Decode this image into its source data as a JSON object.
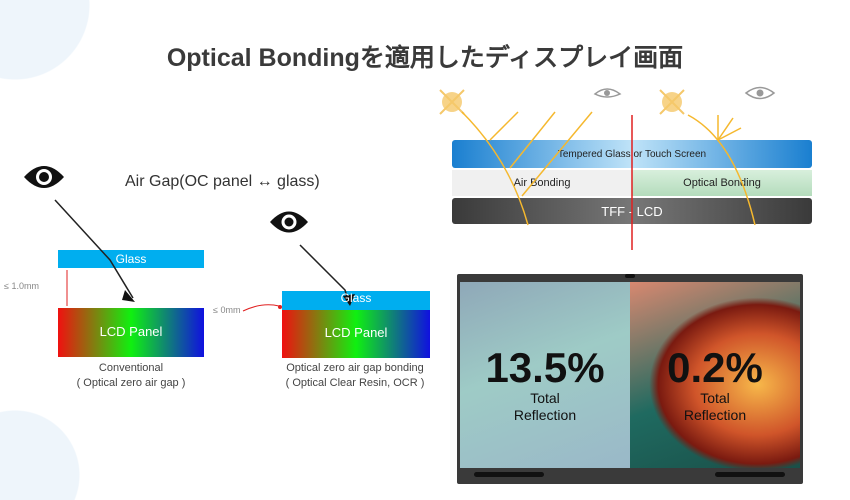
{
  "title": "Optical Bondingを適用したディスプレイ画面",
  "left_diagram": {
    "heading": "Air Gap(OC panel ↔ glass)",
    "conventional": {
      "glass_label": "Glass",
      "panel_label": "LCD Panel",
      "gap_label": "≤ 1.0mm",
      "caption_line1": "Conventional",
      "caption_line2": "( Optical zero air gap )"
    },
    "bonded": {
      "glass_label": "Glass",
      "panel_label": "LCD Panel",
      "gap_label": "≤ 0mm",
      "caption_line1": "Optical zero air gap bonding",
      "caption_line2": "( Optical Clear Resin, OCR )"
    }
  },
  "layer_diagram": {
    "top_layer": "Tempered Glass or Touch Screen",
    "air_bonding": "Air Bonding",
    "optical_bonding": "Optical Bonding",
    "bottom_layer": "TFF - LCD"
  },
  "monitor": {
    "left_value": "13.5%",
    "left_label_1": "Total",
    "left_label_2": "Reflection",
    "right_value": "0.2%",
    "right_label_1": "Total",
    "right_label_2": "Reflection"
  },
  "colors": {
    "glass": "#00aeef",
    "accent_red": "#e02020",
    "ray": "#f5b82e"
  }
}
